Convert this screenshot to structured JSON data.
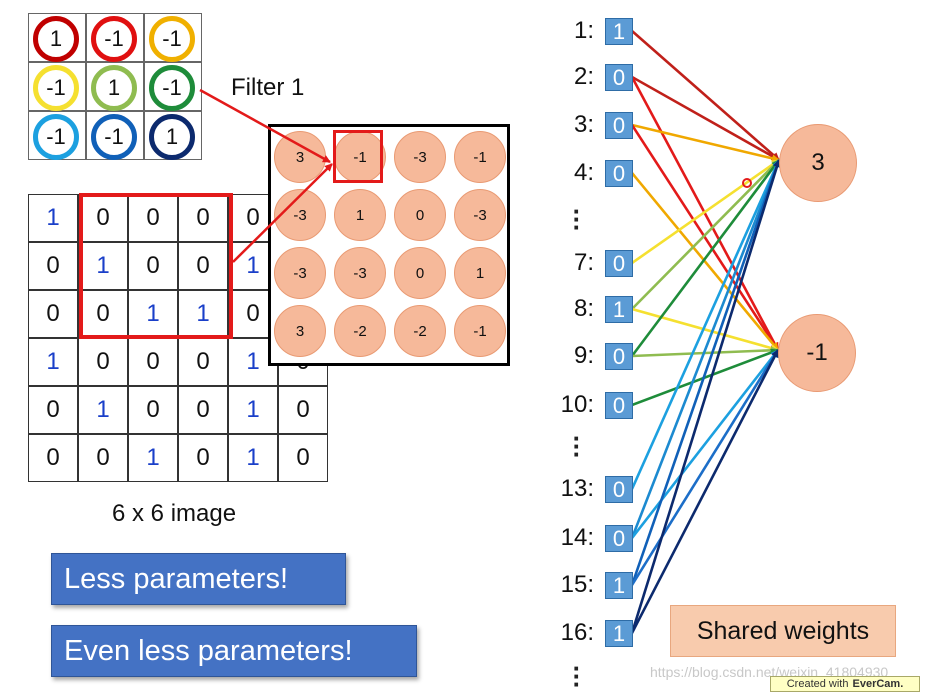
{
  "filter": {
    "label": "Filter 1",
    "values": [
      "1",
      "-1",
      "-1",
      "-1",
      "1",
      "-1",
      "-1",
      "-1",
      "1"
    ],
    "ring_colors": [
      "#c00000",
      "#e01010",
      "#f0b000",
      "#f5e030",
      "#8fbc50",
      "#1e8c3a",
      "#1ca0e0",
      "#1060b8",
      "#0c2a6e"
    ]
  },
  "image": {
    "caption": "6 x 6 image",
    "rows": [
      [
        "1",
        "0",
        "0",
        "0",
        "0",
        ""
      ],
      [
        "0",
        "1",
        "0",
        "0",
        "1",
        ""
      ],
      [
        "0",
        "0",
        "1",
        "1",
        "0",
        ""
      ],
      [
        "1",
        "0",
        "0",
        "0",
        "1",
        "0"
      ],
      [
        "0",
        "1",
        "0",
        "0",
        "1",
        "0"
      ],
      [
        "0",
        "0",
        "1",
        "0",
        "1",
        "0"
      ]
    ]
  },
  "feature_map": {
    "values": [
      "3",
      "-1",
      "-3",
      "-1",
      "-3",
      "1",
      "0",
      "-3",
      "-3",
      "-3",
      "0",
      "1",
      "3",
      "-2",
      "-2",
      "-1"
    ]
  },
  "inputs": [
    {
      "index": "1:",
      "value": "1"
    },
    {
      "index": "2:",
      "value": "0"
    },
    {
      "index": "3:",
      "value": "0"
    },
    {
      "index": "4:",
      "value": "0"
    },
    {
      "index": "7:",
      "value": "0"
    },
    {
      "index": "8:",
      "value": "1"
    },
    {
      "index": "9:",
      "value": "0"
    },
    {
      "index": "10:",
      "value": "0"
    },
    {
      "index": "13:",
      "value": "0"
    },
    {
      "index": "14:",
      "value": "0"
    },
    {
      "index": "15:",
      "value": "1"
    },
    {
      "index": "16:",
      "value": "1"
    }
  ],
  "outputs": [
    "3",
    "-1"
  ],
  "buttons": {
    "less": "Less parameters!",
    "even_less": "Even less parameters!"
  },
  "shared_weights": "Shared weights",
  "watermark": "https://blog.csdn.net/weixin_41804930",
  "evercam": {
    "prefix": "Created with",
    "brand": "EverCam."
  }
}
